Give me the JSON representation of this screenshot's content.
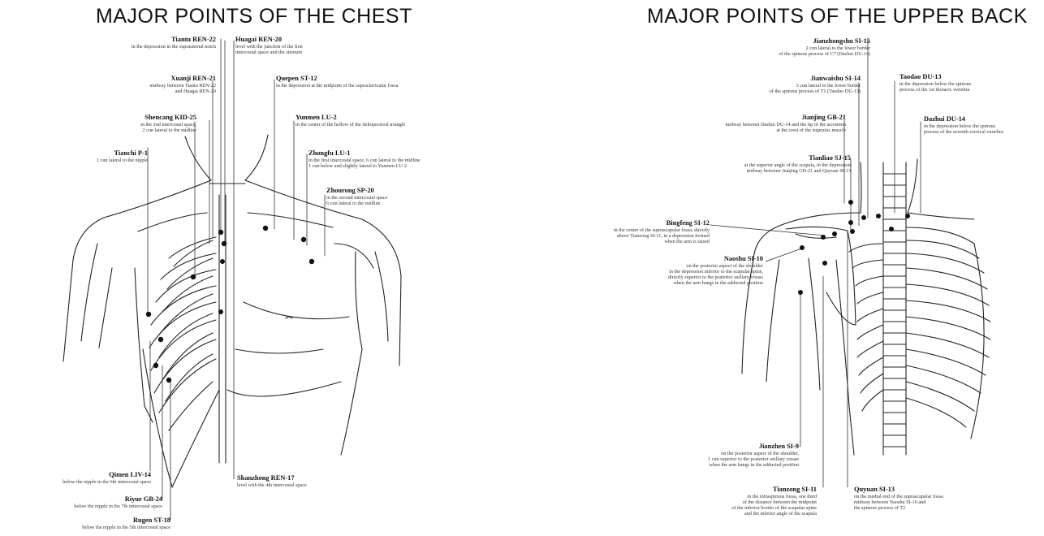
{
  "chest": {
    "title": "MAJOR POINTS OF THE CHEST",
    "points": [
      {
        "id": "tiantu",
        "name": "Tiantu REN-22",
        "desc": "in the depression in the suprasternal notch"
      },
      {
        "id": "xuanji",
        "name": "Xuanji REN-21",
        "desc": "midway between Tiantu REN-22 | and Huagai REN-20"
      },
      {
        "id": "shencang",
        "name": "Shencang KID-25",
        "desc": "in the 2nd intercostal space, | 2 cun lateral to the midline"
      },
      {
        "id": "tianchi",
        "name": "Tianchi P-1",
        "desc": "1 cun lateral to the nipple"
      },
      {
        "id": "huagai",
        "name": "Huagai REN-20",
        "desc": "level with the junction of the first | intercostal space and the sternum"
      },
      {
        "id": "quepen",
        "name": "Quepen ST-12",
        "desc": "in the depression at the midpoint of the supraclavicular fossa"
      },
      {
        "id": "yunmen",
        "name": "Yunmen LU-2",
        "desc": "in the center of the hollow of the deltopectoral triangle"
      },
      {
        "id": "zhongfu",
        "name": "Zhongfu LU-1",
        "desc": "in the first intercostal space, 6 cun lateral to the midline | 1 cun below and slightly lateral to Yunmen LU-2"
      },
      {
        "id": "zhourong",
        "name": "Zhourong SP-20",
        "desc": "in the second intercostal space | 6 cun lateral to the midline"
      },
      {
        "id": "qimen",
        "name": "Qimen LIV-14",
        "desc": "below the nipple in the 6th intercostal space"
      },
      {
        "id": "riyue",
        "name": "Riyue GB-24",
        "desc": "below the nipple in the 7th intercostal space"
      },
      {
        "id": "rugen",
        "name": "Rugen ST-18",
        "desc": "below the nipple in the 5th intercostal space"
      },
      {
        "id": "shanzhong",
        "name": "Shanzhong REN-17",
        "desc": "level with the 4th intercostal space"
      }
    ]
  },
  "back": {
    "title": "MAJOR POINTS OF THE UPPER BACK",
    "points": [
      {
        "id": "jianzhongshu",
        "name": "Jianzhongshu SI-15",
        "desc": "2 cun lateral to the lower border | of the spinous process of C7 (Dazhui DU-14)"
      },
      {
        "id": "jianwaishu",
        "name": "Jianwaishu SI-14",
        "desc": "3 cun lateral to the lower border | of the spinous process of T1 (Taodao DU-13)"
      },
      {
        "id": "taodao",
        "name": "Taodao DU-13",
        "desc": "in the depression below the spinous | process of the 1st thoracic vertebra"
      },
      {
        "id": "jianjing",
        "name": "Jianjing GB-21",
        "desc": "midway between Dazhui DU-14 and the tip of the acromion | at the crest of the trapezius muscle"
      },
      {
        "id": "dazhui",
        "name": "Dazhui DU-14",
        "desc": "in the depression below the spinous | process of the seventh cervical vertebra"
      },
      {
        "id": "tianliao",
        "name": "Tianliao SJ-15",
        "desc": "at the superior angle of the scapula, in the depression | midway between Jianjing GB-21 and Quyuan SI-13"
      },
      {
        "id": "bingfeng",
        "name": "Bingfeng SI-12",
        "desc": "in the center of the suprascapular fossa, directly | above Tianzong SI-11, in a depression formed | when the arm is raised"
      },
      {
        "id": "naoshu",
        "name": "Naoshu SI-10",
        "desc": "on the posterior aspect of the shoulder | in the depression inferior to the scapular spine, | directly superior to the posterior axillary crease | when the arm hangs in the adducted position"
      },
      {
        "id": "jianzhen",
        "name": "Jianzhen SI-9",
        "desc": "on the posterior aspect of the shoulder, | 1 cun superior to the posterior axillary crease | when the arm hangs in the adducted position"
      },
      {
        "id": "tianzong",
        "name": "Tianzong SI-11",
        "desc": "in the infraspinous fossa, one third | of the distance between the midpoint | of the inferior border of the scapular spine | and the inferior angle of the scapula"
      },
      {
        "id": "quyuan",
        "name": "Quyuan SI-13",
        "desc": "on the medial end of the suprascapular fossa | midway between Naoshu SI-10 and | the spinous process of T2"
      }
    ]
  }
}
